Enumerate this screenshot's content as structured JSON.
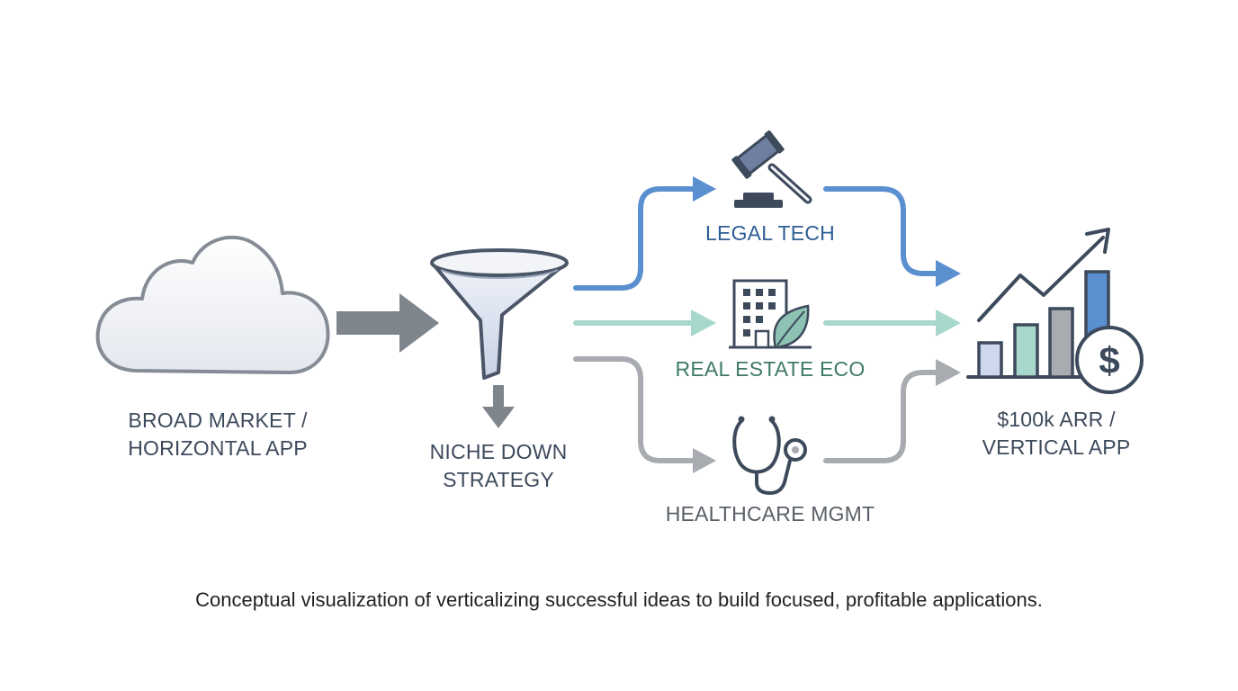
{
  "nodes": {
    "broad_market": {
      "line1": "BROAD MARKET /",
      "line2": "HORIZONTAL APP",
      "icon": "cloud-icon"
    },
    "niche_down": {
      "line1": "NICHE DOWN",
      "line2": "STRATEGY",
      "icon": "funnel-icon"
    },
    "legal_tech": {
      "label": "LEGAL TECH",
      "icon": "gavel-icon"
    },
    "real_estate": {
      "label": "REAL ESTATE ECO",
      "icon": "building-leaf-icon"
    },
    "healthcare": {
      "label": "HEALTHCARE MGMT",
      "icon": "stethoscope-icon"
    },
    "result": {
      "line1": "$100k ARR /",
      "line2": "VERTICAL APP",
      "icon": "growth-chart-dollar-icon"
    }
  },
  "caption": "Conceptual visualization of verticalizing successful ideas to build focused, profitable applications.",
  "colors": {
    "text_dark": "#3d4a5c",
    "legal_blue": "#5a8fd0",
    "legal_text": "#2f5f96",
    "estate_green": "#a8d8cc",
    "estate_text": "#3f7a68",
    "health_gray": "#a8abb0",
    "health_text": "#5a6068",
    "icon_stroke": "#4a5568",
    "arrow_gray": "#7f858c"
  }
}
